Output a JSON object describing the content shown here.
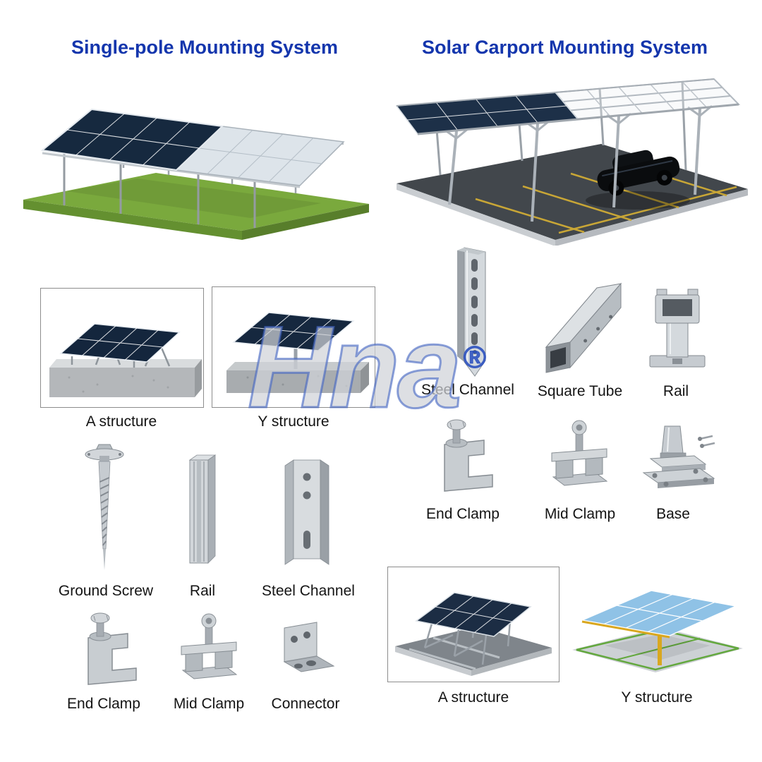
{
  "colors": {
    "title_blue": "#1436ad",
    "caption_black": "#141414",
    "watermark_gray": "#d0d2d8",
    "watermark_outline_blue": "#3e60c1",
    "background": "#ffffff"
  },
  "titles": {
    "left": "Single-pole Mounting System",
    "right": "Solar Carport Mounting System"
  },
  "watermark": {
    "text": "Hna",
    "registered_mark": "®"
  },
  "single_pole_system": {
    "structures": [
      {
        "label": "A structure"
      },
      {
        "label": "Y structure"
      }
    ],
    "parts": [
      {
        "label": "Ground Screw"
      },
      {
        "label": "Rail"
      },
      {
        "label": "Steel Channel"
      },
      {
        "label": "End Clamp"
      },
      {
        "label": "Mid Clamp"
      },
      {
        "label": "Connector"
      }
    ]
  },
  "carport_system": {
    "parts": [
      {
        "label": "Steel Channel"
      },
      {
        "label": "Square Tube"
      },
      {
        "label": "Rail"
      },
      {
        "label": "End Clamp"
      },
      {
        "label": "Mid Clamp"
      },
      {
        "label": "Base"
      }
    ],
    "structures": [
      {
        "label": "A structure"
      },
      {
        "label": "Y structure"
      }
    ]
  }
}
